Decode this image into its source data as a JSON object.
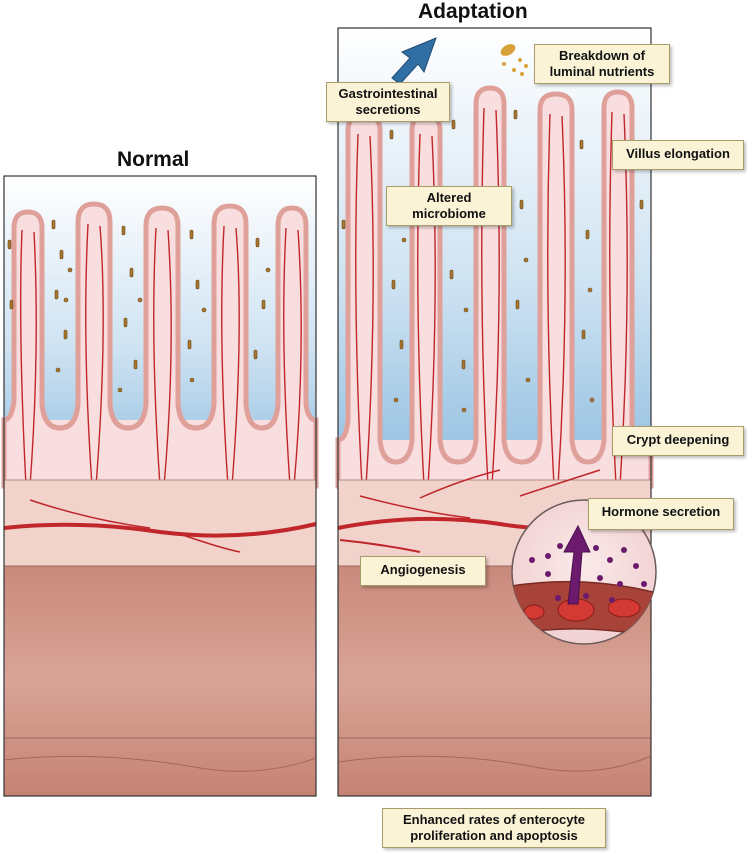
{
  "panels": {
    "normal": {
      "title": "Normal"
    },
    "adaptation": {
      "title": "Adaptation"
    }
  },
  "callouts": {
    "gastrointestinal": {
      "line1": "Gastrointestinal",
      "line2": "secretions"
    },
    "breakdown": {
      "line1": "Breakdown of",
      "line2": "luminal nutrients"
    },
    "villus": {
      "line1": "Villus elongation"
    },
    "microbiome": {
      "line1": "Altered",
      "line2": "microbiome"
    },
    "crypt": {
      "line1": "Crypt deepening"
    },
    "hormone": {
      "line1": "Hormone secretion"
    },
    "angiogenesis": {
      "line1": "Angiogenesis"
    },
    "enterocyte": {
      "line1": "Enhanced rates of enterocyte",
      "line2": "proliferation and apoptosis"
    }
  },
  "colors": {
    "lumen_top": "#ffffff",
    "lumen_bottom": "#8fbde0",
    "villus_fill": "#f8dede",
    "villus_outline": "#e0a09a",
    "vessel": "#c0262a",
    "submucosa": "#f1d3cc",
    "muscle": "#c98678",
    "hormone_granule": "#6b1a6e",
    "arrow_blue": "#2f6fa3",
    "arrow_purple": "#6b1a6e",
    "callout_bg": "#fbf3d6"
  }
}
